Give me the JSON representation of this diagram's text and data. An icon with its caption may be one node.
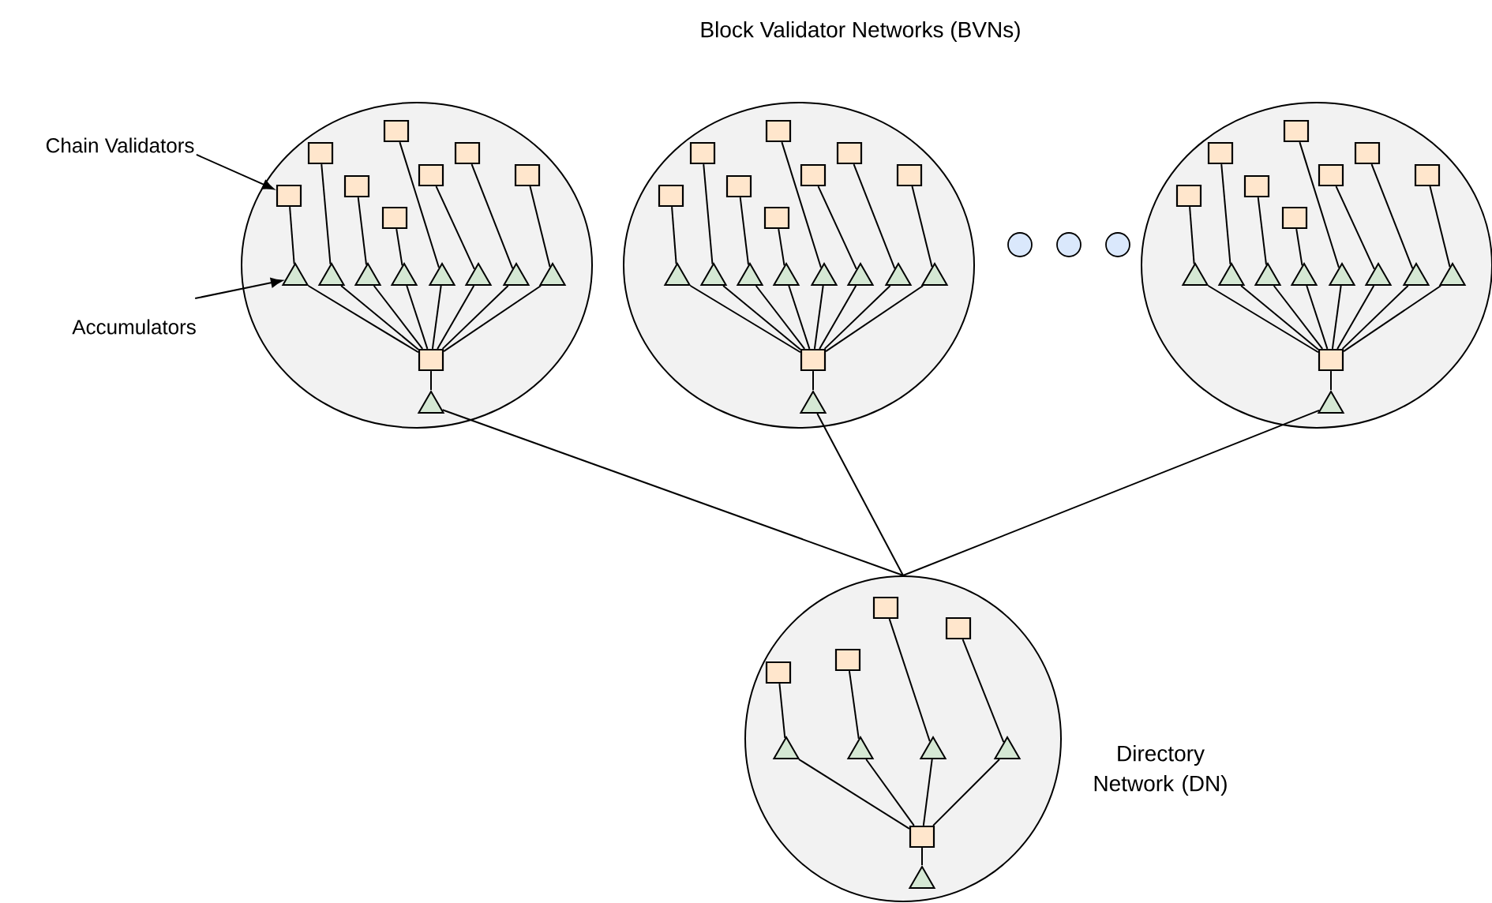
{
  "diagram": {
    "title": "Block Validator Networks (BVNs)",
    "nodes": [
      {
        "text": [
          "Chain Validators"
        ]
      },
      {
        "text": [
          "Accumulators"
        ]
      },
      {
        "text": [],
        "shape": "circle"
      },
      {
        "text": [],
        "shape": "box",
        "in": 2
      },
      {
        "text": [],
        "shape": "box",
        "in": 2
      },
      {
        "text": [],
        "shape": "box",
        "in": 2
      },
      {
        "text": [],
        "shape": "box",
        "in": 2
      },
      {
        "text": [],
        "shape": "box",
        "in": 2
      },
      {
        "text": [],
        "shape": "box",
        "in": 2
      },
      {
        "text": [],
        "shape": "box",
        "in": 2
      },
      {
        "text": [],
        "shape": "box",
        "in": 2
      },
      {
        "text": [],
        "shape": "triangle",
        "in": 2
      },
      {
        "text": [],
        "shape": "triangle",
        "in": 2
      },
      {
        "text": [],
        "shape": "triangle",
        "in": 2
      },
      {
        "text": [],
        "shape": "triangle",
        "in": 2
      },
      {
        "text": [],
        "shape": "triangle",
        "in": 2
      },
      {
        "text": [],
        "shape": "triangle",
        "in": 2
      },
      {
        "text": [],
        "shape": "triangle",
        "in": 2
      },
      {
        "text": [],
        "shape": "triangle",
        "in": 2
      },
      {
        "text": [],
        "shape": "box",
        "in": 2
      },
      {
        "text": [],
        "shape": "triangle",
        "in": 2
      },
      {
        "text": [],
        "shape": "circle"
      },
      {
        "text": [],
        "shape": "box",
        "in": 21
      },
      {
        "text": [],
        "shape": "box",
        "in": 21
      },
      {
        "text": [],
        "shape": "box",
        "in": 21
      },
      {
        "text": [],
        "shape": "box",
        "in": 21
      },
      {
        "text": [],
        "shape": "box",
        "in": 21
      },
      {
        "text": [],
        "shape": "box",
        "in": 21
      },
      {
        "text": [],
        "shape": "box",
        "in": 21
      },
      {
        "text": [],
        "shape": "box",
        "in": 21
      },
      {
        "text": [],
        "shape": "triangle",
        "in": 21
      },
      {
        "text": [],
        "shape": "triangle",
        "in": 21
      },
      {
        "text": [],
        "shape": "triangle",
        "in": 21
      },
      {
        "text": [],
        "shape": "triangle",
        "in": 21
      },
      {
        "text": [],
        "shape": "triangle",
        "in": 21
      },
      {
        "text": [],
        "shape": "triangle",
        "in": 21
      },
      {
        "text": [],
        "shape": "triangle",
        "in": 21
      },
      {
        "text": [],
        "shape": "triangle",
        "in": 21
      },
      {
        "text": [],
        "shape": "box",
        "in": 21
      },
      {
        "text": [],
        "shape": "triangle",
        "in": 21
      },
      {
        "text": [],
        "shape": "dot"
      },
      {
        "text": [],
        "shape": "dot"
      },
      {
        "text": [],
        "shape": "dot"
      },
      {
        "text": [],
        "shape": "circle"
      },
      {
        "text": [],
        "shape": "box",
        "in": 43
      },
      {
        "text": [],
        "shape": "box",
        "in": 43
      },
      {
        "text": [],
        "shape": "box",
        "in": 43
      },
      {
        "text": [],
        "shape": "box",
        "in": 43
      },
      {
        "text": [],
        "shape": "box",
        "in": 43
      },
      {
        "text": [],
        "shape": "box",
        "in": 43
      },
      {
        "text": [],
        "shape": "box",
        "in": 43
      },
      {
        "text": [],
        "shape": "box",
        "in": 43
      },
      {
        "text": [],
        "shape": "triangle",
        "in": 43
      },
      {
        "text": [],
        "shape": "triangle",
        "in": 43
      },
      {
        "text": [],
        "shape": "triangle",
        "in": 43
      },
      {
        "text": [],
        "shape": "triangle",
        "in": 43
      },
      {
        "text": [],
        "shape": "triangle",
        "in": 43
      },
      {
        "text": [],
        "shape": "triangle",
        "in": 43
      },
      {
        "text": [],
        "shape": "triangle",
        "in": 43
      },
      {
        "text": [],
        "shape": "triangle",
        "in": 43
      },
      {
        "text": [],
        "shape": "box",
        "in": 43
      },
      {
        "text": [],
        "shape": "triangle",
        "in": 43
      },
      {
        "text": [],
        "shape": "circle",
        "beside": [
          "Directory Network (DN)"
        ]
      },
      {
        "text": [],
        "shape": "box",
        "in": 62
      },
      {
        "text": [],
        "shape": "box",
        "in": 62
      },
      {
        "text": [],
        "shape": "box",
        "in": 62
      },
      {
        "text": [],
        "shape": "box",
        "in": 62
      },
      {
        "text": [],
        "shape": "triangle",
        "in": 62
      },
      {
        "text": [],
        "shape": "triangle",
        "in": 62
      },
      {
        "text": [],
        "shape": "triangle",
        "in": 62
      },
      {
        "text": [],
        "shape": "triangle",
        "in": 62
      },
      {
        "text": [],
        "shape": "box",
        "in": 62
      },
      {
        "text": [],
        "shape": "triangle",
        "in": 62
      }
    ],
    "edges": [
      {
        "from": 0,
        "to": 3,
        "arrow": "to"
      },
      {
        "from": 1,
        "to": 11,
        "arrow": "to"
      },
      {
        "from": 3,
        "to": 11,
        "arrow": "none"
      },
      {
        "from": 4,
        "to": 12,
        "arrow": "none"
      },
      {
        "from": 5,
        "to": 13,
        "arrow": "none"
      },
      {
        "from": 6,
        "to": 14,
        "arrow": "none"
      },
      {
        "from": 7,
        "to": 15,
        "arrow": "none"
      },
      {
        "from": 8,
        "to": 16,
        "arrow": "none"
      },
      {
        "from": 9,
        "to": 17,
        "arrow": "none"
      },
      {
        "from": 10,
        "to": 18,
        "arrow": "none"
      },
      {
        "from": 11,
        "to": 19,
        "arrow": "none"
      },
      {
        "from": 12,
        "to": 19,
        "arrow": "none"
      },
      {
        "from": 13,
        "to": 19,
        "arrow": "none"
      },
      {
        "from": 14,
        "to": 19,
        "arrow": "none"
      },
      {
        "from": 15,
        "to": 19,
        "arrow": "none"
      },
      {
        "from": 16,
        "to": 19,
        "arrow": "none"
      },
      {
        "from": 17,
        "to": 19,
        "arrow": "none"
      },
      {
        "from": 18,
        "to": 19,
        "arrow": "none"
      },
      {
        "from": 19,
        "to": 20,
        "arrow": "none"
      },
      {
        "from": 22,
        "to": 30,
        "arrow": "none"
      },
      {
        "from": 23,
        "to": 31,
        "arrow": "none"
      },
      {
        "from": 24,
        "to": 32,
        "arrow": "none"
      },
      {
        "from": 25,
        "to": 33,
        "arrow": "none"
      },
      {
        "from": 26,
        "to": 34,
        "arrow": "none"
      },
      {
        "from": 27,
        "to": 35,
        "arrow": "none"
      },
      {
        "from": 28,
        "to": 36,
        "arrow": "none"
      },
      {
        "from": 29,
        "to": 37,
        "arrow": "none"
      },
      {
        "from": 30,
        "to": 38,
        "arrow": "none"
      },
      {
        "from": 31,
        "to": 38,
        "arrow": "none"
      },
      {
        "from": 32,
        "to": 38,
        "arrow": "none"
      },
      {
        "from": 33,
        "to": 38,
        "arrow": "none"
      },
      {
        "from": 34,
        "to": 38,
        "arrow": "none"
      },
      {
        "from": 35,
        "to": 38,
        "arrow": "none"
      },
      {
        "from": 36,
        "to": 38,
        "arrow": "none"
      },
      {
        "from": 37,
        "to": 38,
        "arrow": "none"
      },
      {
        "from": 38,
        "to": 39,
        "arrow": "none"
      },
      {
        "from": 44,
        "to": 52,
        "arrow": "none"
      },
      {
        "from": 45,
        "to": 53,
        "arrow": "none"
      },
      {
        "from": 46,
        "to": 54,
        "arrow": "none"
      },
      {
        "from": 47,
        "to": 55,
        "arrow": "none"
      },
      {
        "from": 48,
        "to": 56,
        "arrow": "none"
      },
      {
        "from": 49,
        "to": 57,
        "arrow": "none"
      },
      {
        "from": 50,
        "to": 58,
        "arrow": "none"
      },
      {
        "from": 51,
        "to": 59,
        "arrow": "none"
      },
      {
        "from": 52,
        "to": 60,
        "arrow": "none"
      },
      {
        "from": 53,
        "to": 60,
        "arrow": "none"
      },
      {
        "from": 54,
        "to": 60,
        "arrow": "none"
      },
      {
        "from": 55,
        "to": 60,
        "arrow": "none"
      },
      {
        "from": 56,
        "to": 60,
        "arrow": "none"
      },
      {
        "from": 57,
        "to": 60,
        "arrow": "none"
      },
      {
        "from": 58,
        "to": 60,
        "arrow": "none"
      },
      {
        "from": 59,
        "to": 60,
        "arrow": "none"
      },
      {
        "from": 60,
        "to": 61,
        "arrow": "none"
      },
      {
        "from": 63,
        "to": 67,
        "arrow": "none"
      },
      {
        "from": 64,
        "to": 68,
        "arrow": "none"
      },
      {
        "from": 65,
        "to": 69,
        "arrow": "none"
      },
      {
        "from": 66,
        "to": 70,
        "arrow": "none"
      },
      {
        "from": 67,
        "to": 71,
        "arrow": "none"
      },
      {
        "from": 68,
        "to": 71,
        "arrow": "none"
      },
      {
        "from": 69,
        "to": 71,
        "arrow": "none"
      },
      {
        "from": 70,
        "to": 71,
        "arrow": "none"
      },
      {
        "from": 71,
        "to": 72,
        "arrow": "none"
      },
      {
        "from": 20,
        "to": 62,
        "arrow": "none"
      },
      {
        "from": 39,
        "to": 62,
        "arrow": "none"
      },
      {
        "from": 61,
        "to": 62,
        "arrow": "none"
      }
    ]
  }
}
